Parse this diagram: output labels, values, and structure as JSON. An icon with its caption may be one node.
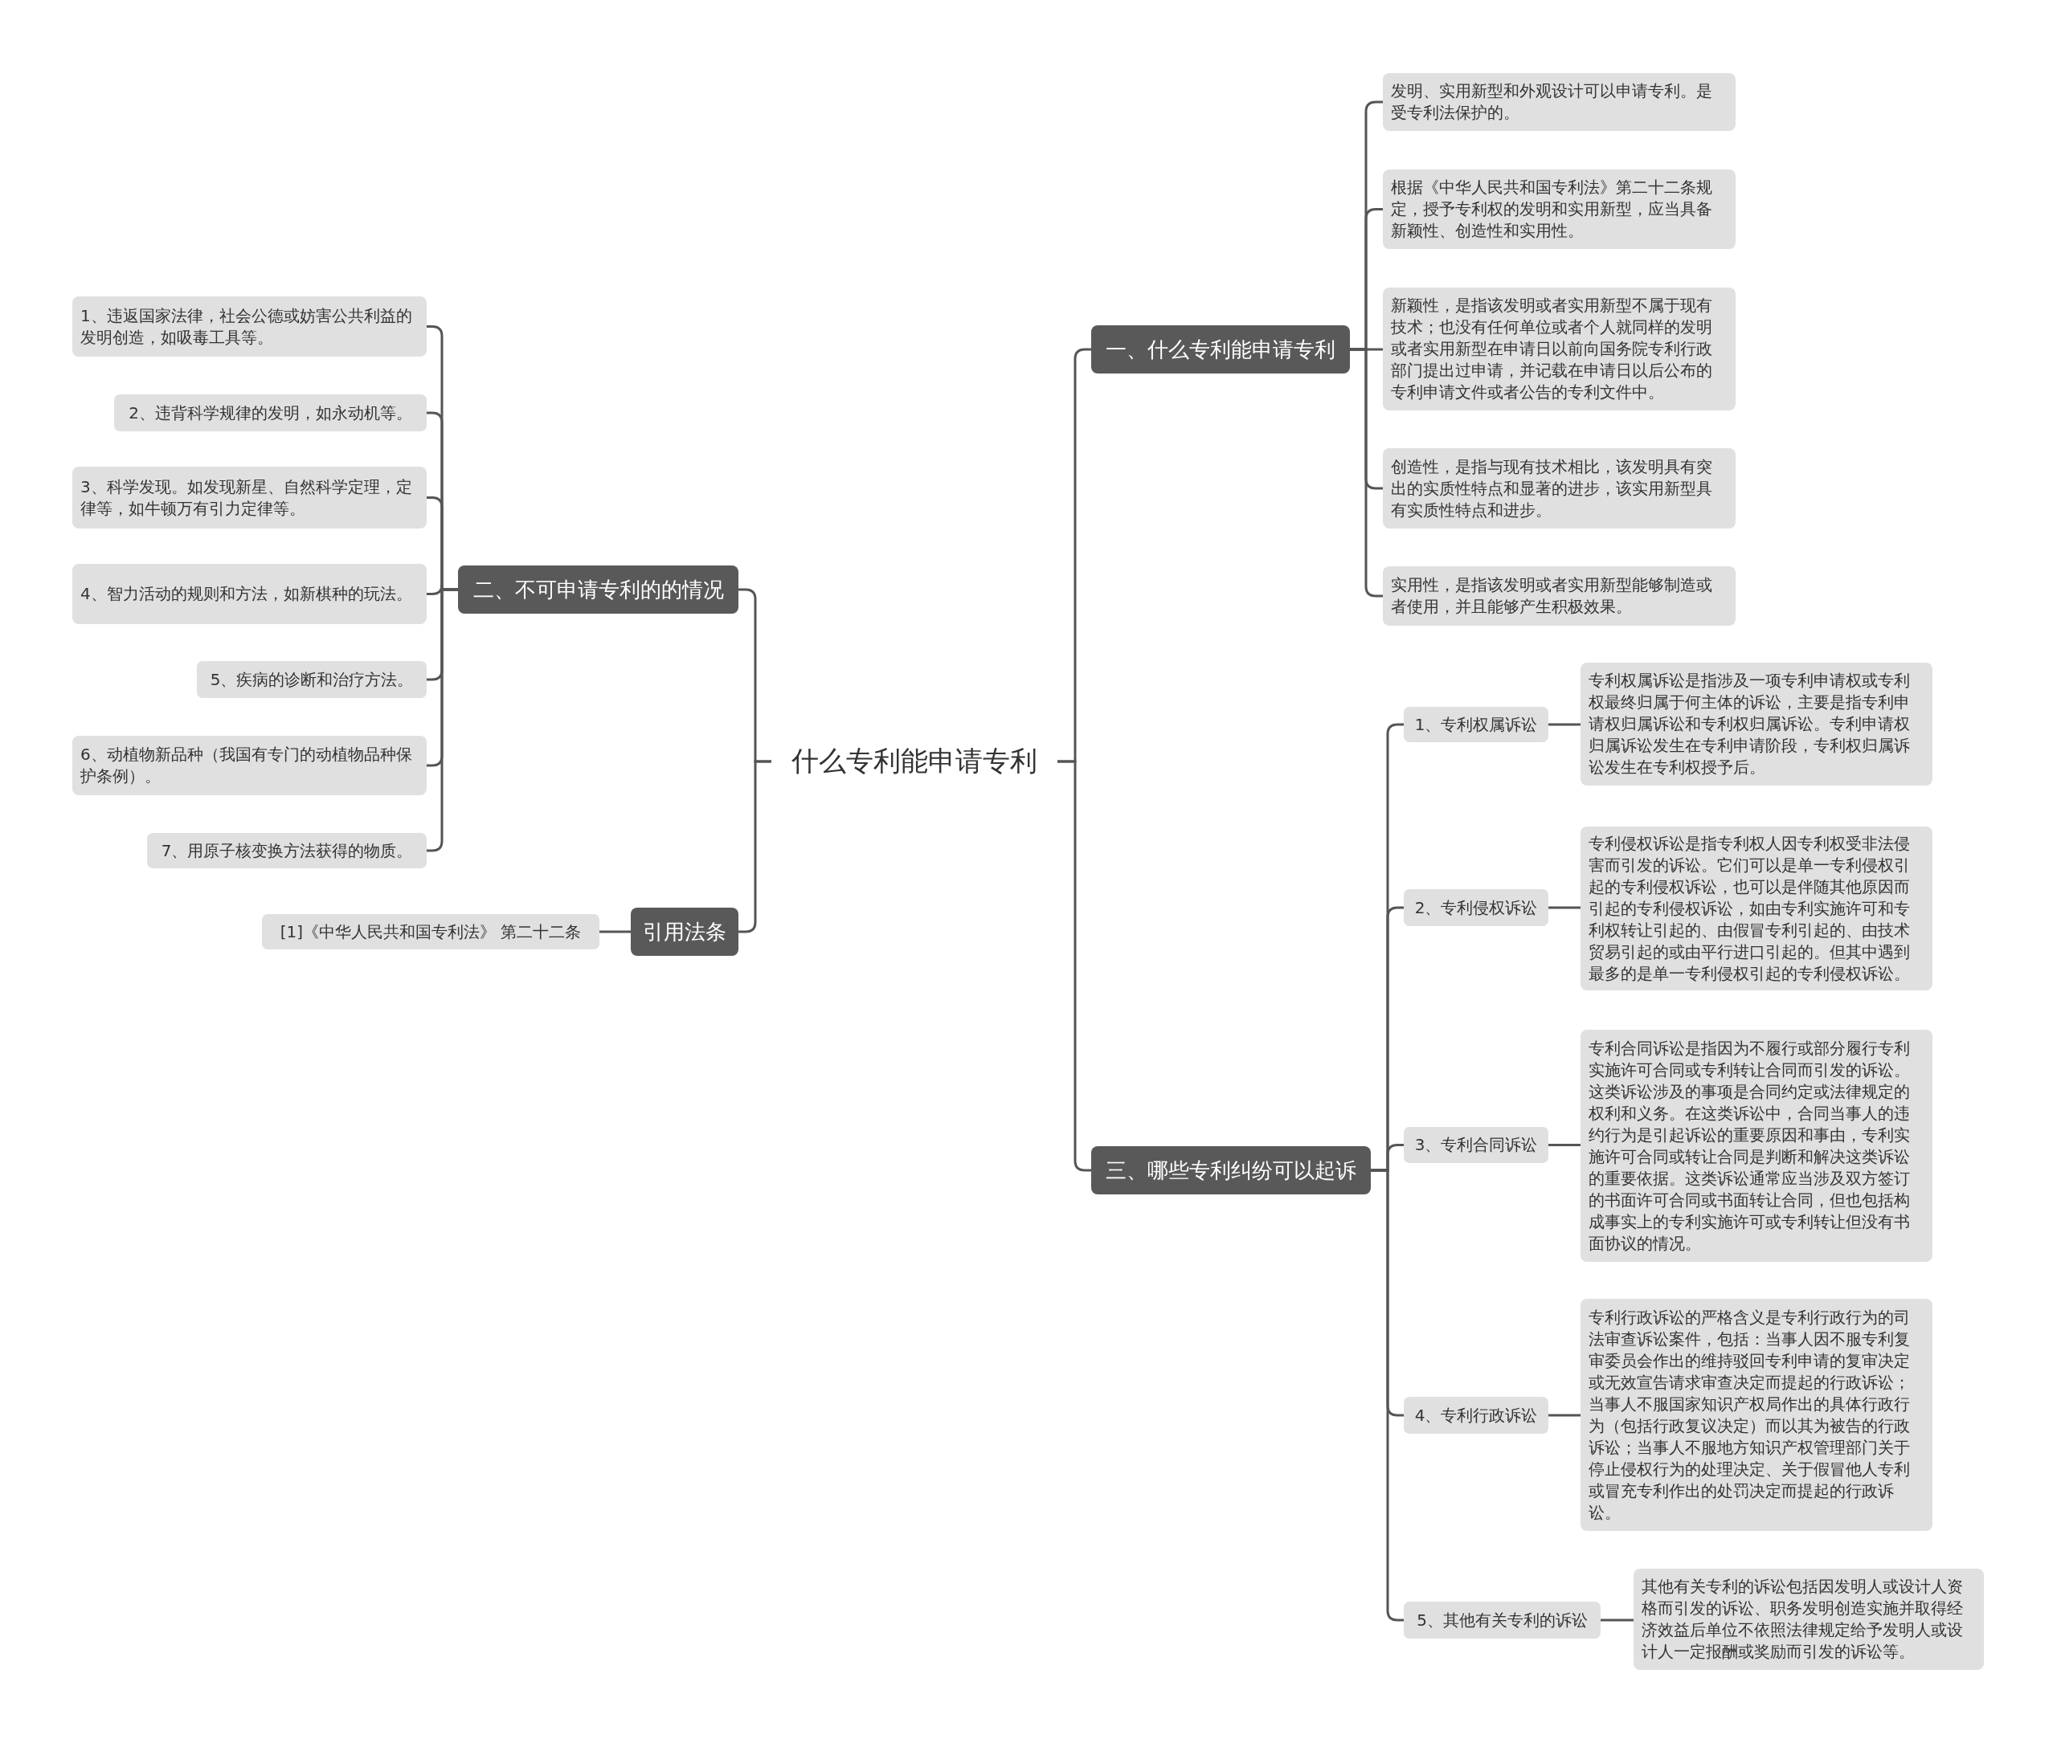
{
  "diagram": {
    "nodes": [
      {
        "text": [
          "什么专利能申请专利"
        ]
      },
      {
        "text": [
          "一、什么专利能申请专利"
        ]
      },
      {
        "text": [
          "发明、实用新型和外观设计可以申请专利。是受专利法保护的。"
        ]
      },
      {
        "text": [
          "根据《中华人民共和国专利法》第二十二条规定，授予专利权的发明和实用新型，应当具备新颖性、创造性和实用性。"
        ]
      },
      {
        "text": [
          "新颖性，是指该发明或者实用新型不属于现有技术；也没有任何单位或者个人就同样的发明或者实用新型在申请日以前向国务院专利行政部门提出过申请，并记载在申请日以后公布的专利申请文件或者公告的专利文件中。"
        ]
      },
      {
        "text": [
          "创造性，是指与现有技术相比，该发明具有突出的实质性特点和显著的进步，该实用新型具有实质性特点和进步。"
        ]
      },
      {
        "text": [
          "实用性，是指该发明或者实用新型能够制造或者使用，并且能够产生积极效果。"
        ]
      },
      {
        "text": [
          "二、不可申请专利的的情况"
        ]
      },
      {
        "text": [
          "1、违返国家法律，社会公德或妨害公共利益的发明创造，如吸毒工具等。"
        ]
      },
      {
        "text": [
          "2、违背科学规律的发明，如永动机等。"
        ]
      },
      {
        "text": [
          "3、科学发现。如发现新星、自然科学定理，定律等，如牛顿万有引力定律等。"
        ]
      },
      {
        "text": [
          "4、智力活动的规则和方法，如新棋种的玩法。"
        ]
      },
      {
        "text": [
          "5、疾病的诊断和治疗方法。"
        ]
      },
      {
        "text": [
          "6、动植物新品种（我国有专门的动植物品种保护条例）。"
        ]
      },
      {
        "text": [
          "7、用原子核变换方法获得的物质。"
        ]
      },
      {
        "text": [
          "引用法条"
        ]
      },
      {
        "text": [
          "[1]《中华人民共和国专利法》 第二十二条"
        ]
      },
      {
        "text": [
          "三、哪些专利纠纷可以起诉"
        ]
      },
      {
        "text": [
          "1、专利权属诉讼"
        ]
      },
      {
        "text": [
          "专利权属诉讼是指涉及一项专利申请权或专利权最终归属于何主体的诉讼，主要是指专利申请权归属诉讼和专利权归属诉讼。专利申请权归属诉讼发生在专利申请阶段，专利权归属诉讼发生在专利权授予后。"
        ]
      },
      {
        "text": [
          "2、专利侵权诉讼"
        ]
      },
      {
        "text": [
          "专利侵权诉讼是指专利权人因专利权受非法侵害而引发的诉讼。它们可以是单一专利侵权引起的专利侵权诉讼，也可以是伴随其他原因而引起的专利侵权诉讼，如由专利实施许可和专利权转让引起的、由假冒专利引起的、由技术贸易引起的或由平行进口引起的。但其中遇到最多的是单一专利侵权引起的专利侵权诉讼。"
        ]
      },
      {
        "text": [
          "3、专利合同诉讼"
        ]
      },
      {
        "text": [
          "专利合同诉讼是指因为不履行或部分履行专利实施许可合同或专利转让合同而引发的诉讼。这类诉讼涉及的事项是合同约定或法律规定的权利和义务。在这类诉讼中，合同当事人的违约行为是引起诉讼的重要原因和事由，专利实施许可合同或转让合同是判断和解决这类诉讼的重要依据。这类诉讼通常应当涉及双方签订的书面许可合同或书面转让合同，但也包括构成事实上的专利实施许可或专利转让但没有书面协议的情况。"
        ]
      },
      {
        "text": [
          "4、专利行政诉讼"
        ]
      },
      {
        "text": [
          "专利行政诉讼的严格含义是专利行政行为的司法审查诉讼案件，包括：当事人因不服专利复审委员会作出的维持驳回专利申请的复审决定或无效宣告请求审查决定而提起的行政诉讼；当事人不服国家知识产权局作出的具体行政行为（包括行政复议决定）而以其为被告的行政诉讼；当事人不服地方知识产权管理部门关于停止侵权行为的处理决定、关于假冒他人专利或冒充专利作出的处罚决定而提起的行政诉讼。"
        ]
      },
      {
        "text": [
          "5、其他有关专利的诉讼"
        ]
      },
      {
        "text": [
          "其他有关专利的诉讼包括因发明人或设计人资格而引发的诉讼、职务发明创造实施并取得经济效益后单位不依照法律规定给予发明人或设计人一定报酬或奖励而引发的诉讼等。"
        ]
      }
    ],
    "edges": [
      {
        "from": 0,
        "to": 1,
        "arrow": "none"
      },
      {
        "from": 1,
        "to": 2,
        "arrow": "none"
      },
      {
        "from": 1,
        "to": 3,
        "arrow": "none"
      },
      {
        "from": 1,
        "to": 4,
        "arrow": "none"
      },
      {
        "from": 1,
        "to": 5,
        "arrow": "none"
      },
      {
        "from": 1,
        "to": 6,
        "arrow": "none"
      },
      {
        "from": 0,
        "to": 7,
        "arrow": "none"
      },
      {
        "from": 7,
        "to": 8,
        "arrow": "none"
      },
      {
        "from": 7,
        "to": 9,
        "arrow": "none"
      },
      {
        "from": 7,
        "to": 10,
        "arrow": "none"
      },
      {
        "from": 7,
        "to": 11,
        "arrow": "none"
      },
      {
        "from": 7,
        "to": 12,
        "arrow": "none"
      },
      {
        "from": 7,
        "to": 13,
        "arrow": "none"
      },
      {
        "from": 7,
        "to": 14,
        "arrow": "none"
      },
      {
        "from": 0,
        "to": 15,
        "arrow": "none"
      },
      {
        "from": 15,
        "to": 16,
        "arrow": "none"
      },
      {
        "from": 0,
        "to": 17,
        "arrow": "none"
      },
      {
        "from": 17,
        "to": 18,
        "arrow": "none"
      },
      {
        "from": 18,
        "to": 19,
        "arrow": "none"
      },
      {
        "from": 17,
        "to": 20,
        "arrow": "none"
      },
      {
        "from": 20,
        "to": 21,
        "arrow": "none"
      },
      {
        "from": 17,
        "to": 22,
        "arrow": "none"
      },
      {
        "from": 22,
        "to": 23,
        "arrow": "none"
      },
      {
        "from": 17,
        "to": 24,
        "arrow": "none"
      },
      {
        "from": 24,
        "to": 25,
        "arrow": "none"
      },
      {
        "from": 17,
        "to": 26,
        "arrow": "none"
      },
      {
        "from": 26,
        "to": 27,
        "arrow": "none"
      }
    ]
  }
}
